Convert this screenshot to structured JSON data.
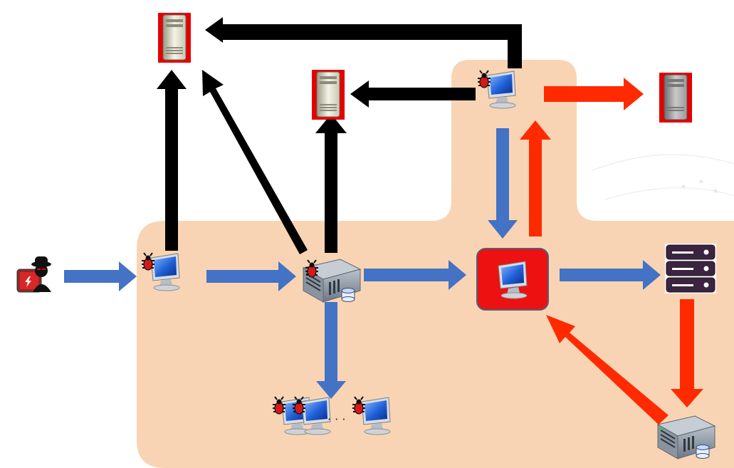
{
  "diagram": {
    "ellipsis": "· · ·",
    "colors": {
      "zone_fill": "#f9d4b4",
      "blue_arrow": "#4472c4",
      "red_arrow": "#ff2a00",
      "black_arrow": "#000000",
      "infected_bg": "#ee1111",
      "server_highlight": "#e50000"
    },
    "nodes": [
      {
        "id": "attacker",
        "icon": "hacker-icon"
      },
      {
        "id": "entry-workstation",
        "icon": "infected-workstation-icon"
      },
      {
        "id": "internal-server",
        "icon": "infected-server-icon"
      },
      {
        "id": "infected-hosts",
        "icon": "infected-workstations-group-icon"
      },
      {
        "id": "target-workstation",
        "icon": "compromised-workstation-icon"
      },
      {
        "id": "dmz-workstation",
        "icon": "infected-workstation-icon"
      },
      {
        "id": "cc-server-top",
        "icon": "tower-server-icon"
      },
      {
        "id": "cc-server-mid",
        "icon": "tower-server-icon"
      },
      {
        "id": "exfil-server",
        "icon": "tower-server-icon"
      },
      {
        "id": "rack-server",
        "icon": "rack-server-icon"
      },
      {
        "id": "backup-server",
        "icon": "server-icon"
      }
    ]
  }
}
